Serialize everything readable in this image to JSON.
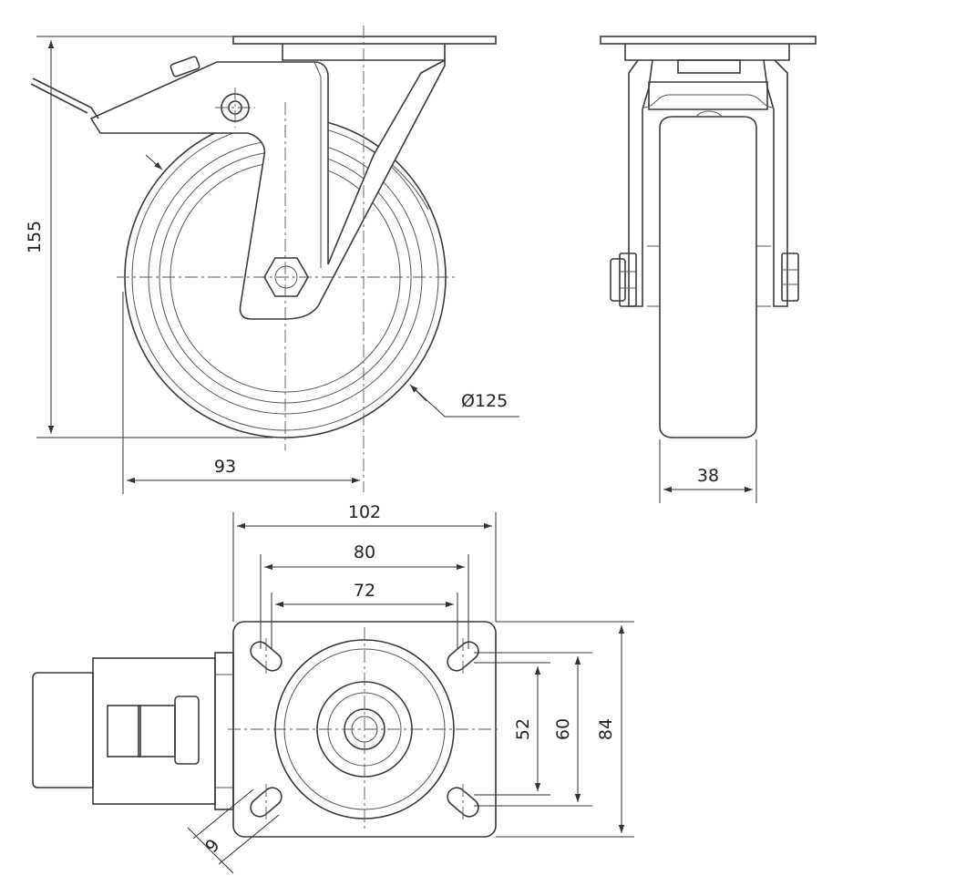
{
  "dimensions": {
    "height": "155",
    "offset": "93",
    "wheel_diameter": "Ø125",
    "wheel_width": "38",
    "plate_width": "102",
    "hole_spacing_x_outer": "80",
    "hole_spacing_x_inner": "72",
    "hole_spacing_y_inner": "52",
    "hole_spacing_y_outer": "60",
    "plate_length": "84",
    "hole_size": "9"
  },
  "colors": {
    "line": "#3a3a3a",
    "background": "#ffffff"
  }
}
